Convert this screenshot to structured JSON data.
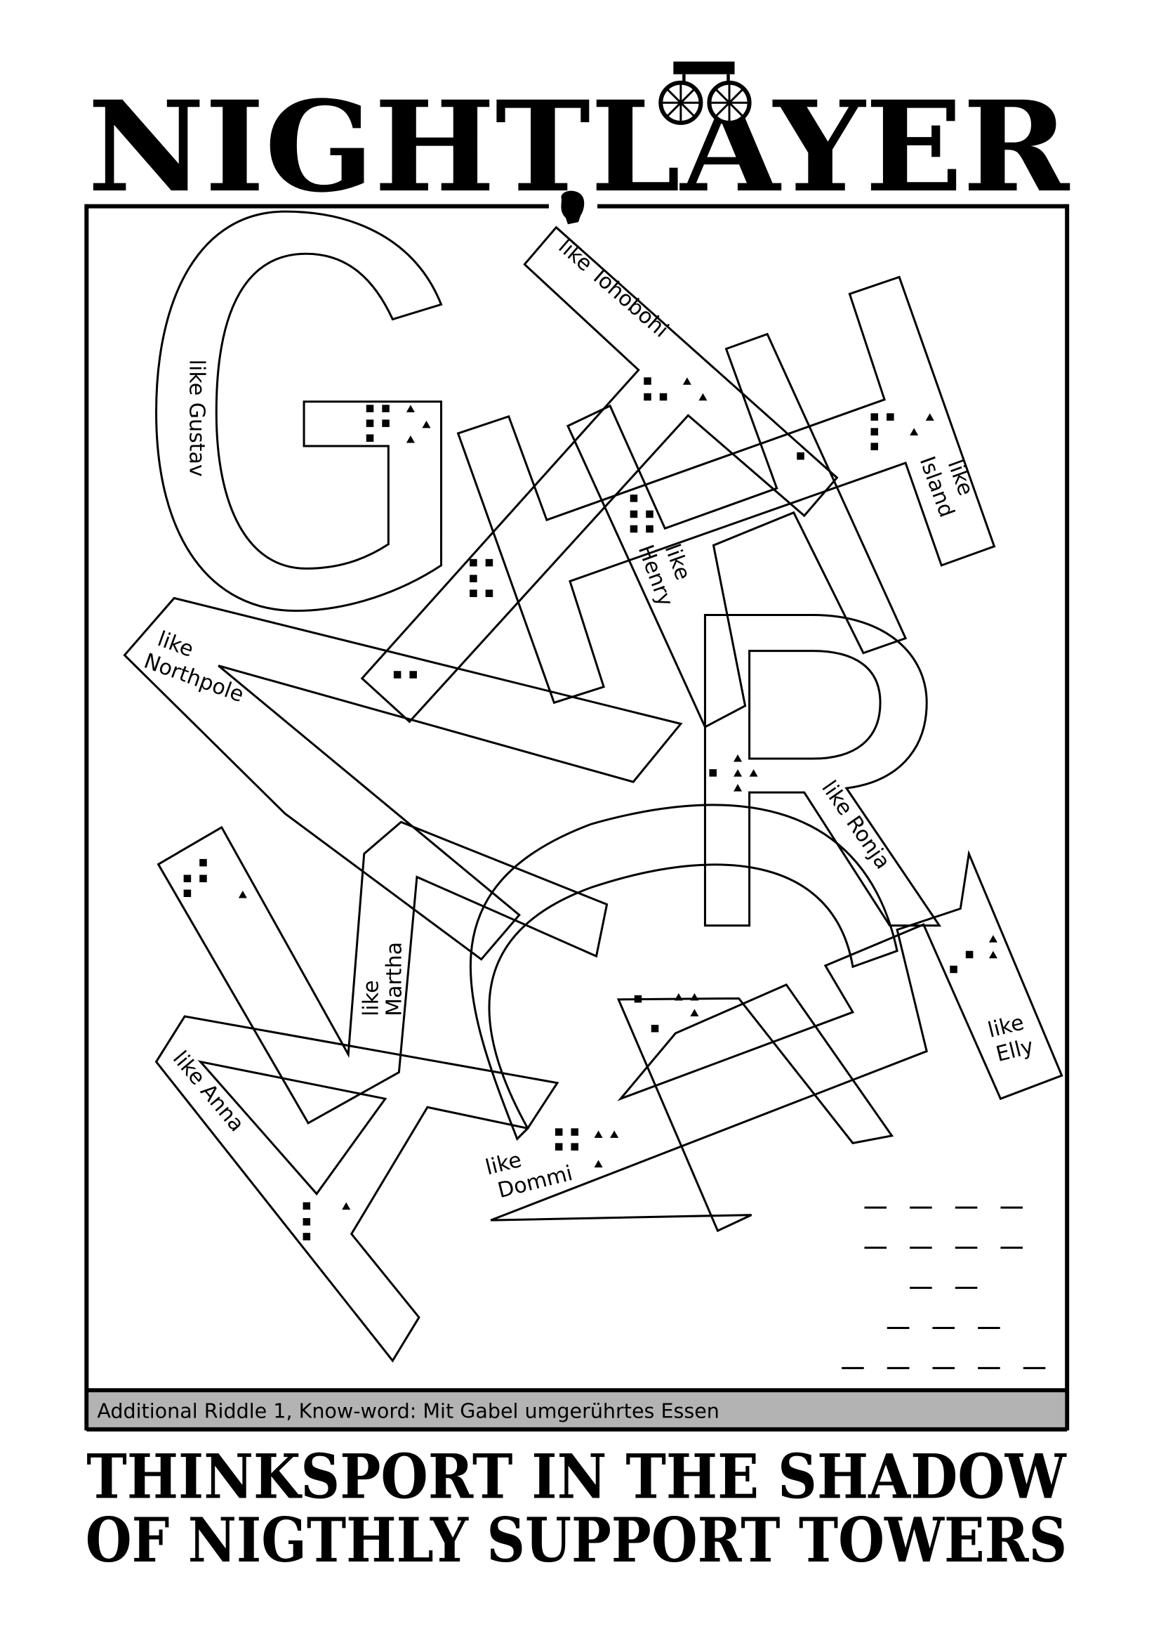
{
  "title": "NIGHTLAYER",
  "subtitle_line1": "THINKSPORT IN THE SHADOW",
  "subtitle_line2": "OF NIGTHLY SUPPORT TOWERS",
  "footer_riddle": "Additional Riddle 1, Know-word: Mit Gabel umgerührtes Essen",
  "labels": {
    "gustav": "like Gustav",
    "tohobohi": "like Tohobohi",
    "island_1": "like",
    "island_2": "Island",
    "henry_1": "like",
    "henry_2": "Henry",
    "northpole_1": "like",
    "northpole_2": "Northpole",
    "ronja": "like Ronja",
    "martha_1": "like",
    "martha_2": "Martha",
    "anna": "like Anna",
    "dommi_1": "like",
    "dommi_2": "Dommi",
    "elly_1": "like",
    "elly_2": "Elly"
  },
  "answer_blanks_per_row": [
    4,
    4,
    2,
    3,
    5
  ],
  "icons": [
    "winding-tower-icon",
    "lightbulb-icon"
  ]
}
